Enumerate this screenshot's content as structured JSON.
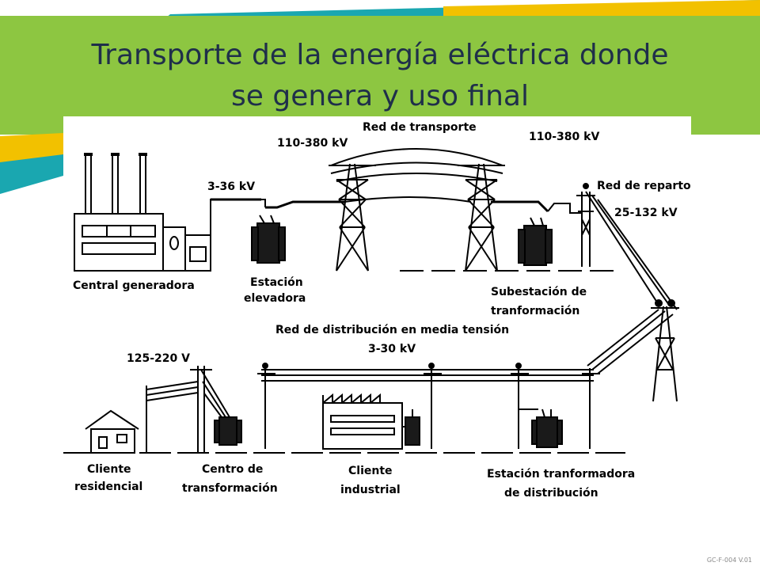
{
  "slide": {
    "title_line1": "Transporte de la energía eléctrica donde",
    "title_line2": "se genera y uso final",
    "footer_code": "GC-F-004 V.01"
  },
  "colors": {
    "green_band": "#8dc641",
    "teal_band": "#1aa7b0",
    "yellow_band": "#f2c100",
    "title_text": "#1f2f4a"
  },
  "diagram": {
    "voltages": {
      "transport_left": "110-380 kV",
      "transport_right": "110-380 kV",
      "generation": "3-36 kV",
      "distribution_high": "25-132 kV",
      "medium_voltage": "3-30 kV",
      "low_voltage": "125-220 V"
    },
    "labels": {
      "transport_network": "Red de transporte",
      "distribution_network": "Red de reparto",
      "medium_voltage_network": "Red de distribución en media tensión",
      "generating_plant": "Central generadora",
      "step_up_station_1": "Estación",
      "step_up_station_2": "elevadora",
      "substation_1": "Subestación de",
      "substation_2": "tranformación",
      "residential_1": "Cliente",
      "residential_2": "residencial",
      "transformation_center_1": "Centro de",
      "transformation_center_2": "transformación",
      "industrial_1": "Cliente",
      "industrial_2": "industrial",
      "distribution_station_1": "Estación tranformadora",
      "distribution_station_2": "de distribución"
    }
  }
}
